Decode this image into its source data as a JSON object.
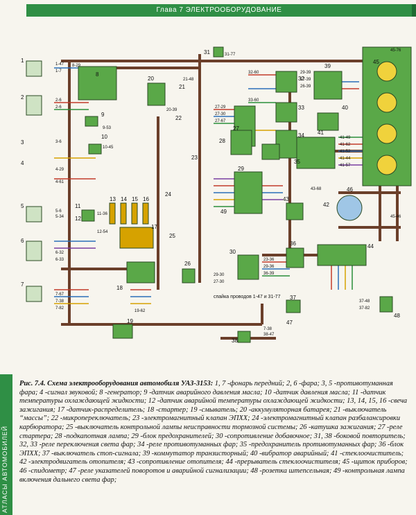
{
  "header": {
    "chapter": "Глава 7  ЭЛЕКТРООБОРУДОВАНИЕ"
  },
  "side_label": "АТЛАСЫ АВТОМОБИЛЕЙ",
  "diagram": {
    "note": "спайка проводов 1-47 и 31-77",
    "numbers": [
      "1",
      "2",
      "3",
      "4",
      "5",
      "6",
      "7",
      "8",
      "9",
      "10",
      "11",
      "12",
      "13",
      "14",
      "15",
      "16",
      "17",
      "18",
      "19",
      "20",
      "21",
      "22",
      "23",
      "24",
      "25",
      "26",
      "27",
      "28",
      "29",
      "30",
      "31",
      "32",
      "33",
      "34",
      "35",
      "36",
      "37",
      "38",
      "39",
      "40",
      "41",
      "42",
      "43",
      "44",
      "45",
      "46",
      "47",
      "48",
      "49"
    ],
    "wire_labels": [
      "1-47",
      "1-7",
      "8-29",
      "2-6",
      "2-6",
      "9-53",
      "10-45",
      "3-6",
      "4-29",
      "4-61",
      "5-6",
      "5-34",
      "11-36",
      "12-54",
      "6-32",
      "6-33",
      "7-67",
      "7-38",
      "7-82",
      "19-62",
      "21-48",
      "20-39",
      "27-29",
      "27-30",
      "27-67",
      "31-77",
      "32-60",
      "33-60",
      "29-39",
      "17-39",
      "26-39",
      "41-49",
      "41-62",
      "41-52",
      "41-44",
      "41-57",
      "45-76",
      "45-46",
      "43-68",
      "23-36",
      "29-36",
      "36-39",
      "37-48",
      "37-82",
      "38-47",
      "7-38",
      "29-30",
      "27-30"
    ]
  },
  "caption": {
    "title": "Рис. 7.4. Схема электрооборудования автомобиля УАЗ-3153:",
    "text": "1, 7 -фонарь передний; 2, 6 -фара; 3, 5 -противотуманная фара; 4 -сигнал звуковой; 8 -генератор; 9 -датчик аварийного давления масла; 10 -датчик давления масла; 11 -датчик температуры охлаждающей жидкости; 12 -датчик аварийной температуры охлаждающей жидкости; 13, 14, 15, 16 -свеча зажигания; 17 -датчик-распределитель; 18 -стартер; 19 -смыватель; 20 -аккумуляторная батарея; 21 -выключатель “массы”; 22 -микропереключатель; 23 -электромагнитный клапан ЭПХХ; 24 -электромагнитный клапан разбалансировки карбюратора; 25 -выключатель контрольной лампы неисправности тормозной системы; 26 -катушка зажигания; 27 -реле стартера; 28 -подкапотная лампа; 29 -блок предохранителей; 30 -сопротивление добавочное; 31, 38 -боковой повторитель; 32, 33 -реле переключения света фар; 34 -реле противотуманных фар; 35 -предохранитель противотуманных фар; 36 -блок ЭПХХ; 37 -выключатель стоп-сигнала; 39 -коммутатор транзисторный; 40 -вибратор аварийный; 41 -стеклоочиститель; 42 -электродвигатель отопителя; 43 -сопротивление отопителя; 44 -прерыватель стеклоочистителя; 45 -щиток приборов; 46 -спидометр; 47 -реле указателей поворотов и аварийной сигнализации; 48 -розетка штепсельная; 49 -контрольная лампа включения дальнего света фар;"
  },
  "colors": {
    "header_bg": "#2f8f45",
    "wire_main": "#6b3f2a",
    "component": "#5aa848",
    "background": "#f7f5ee"
  }
}
